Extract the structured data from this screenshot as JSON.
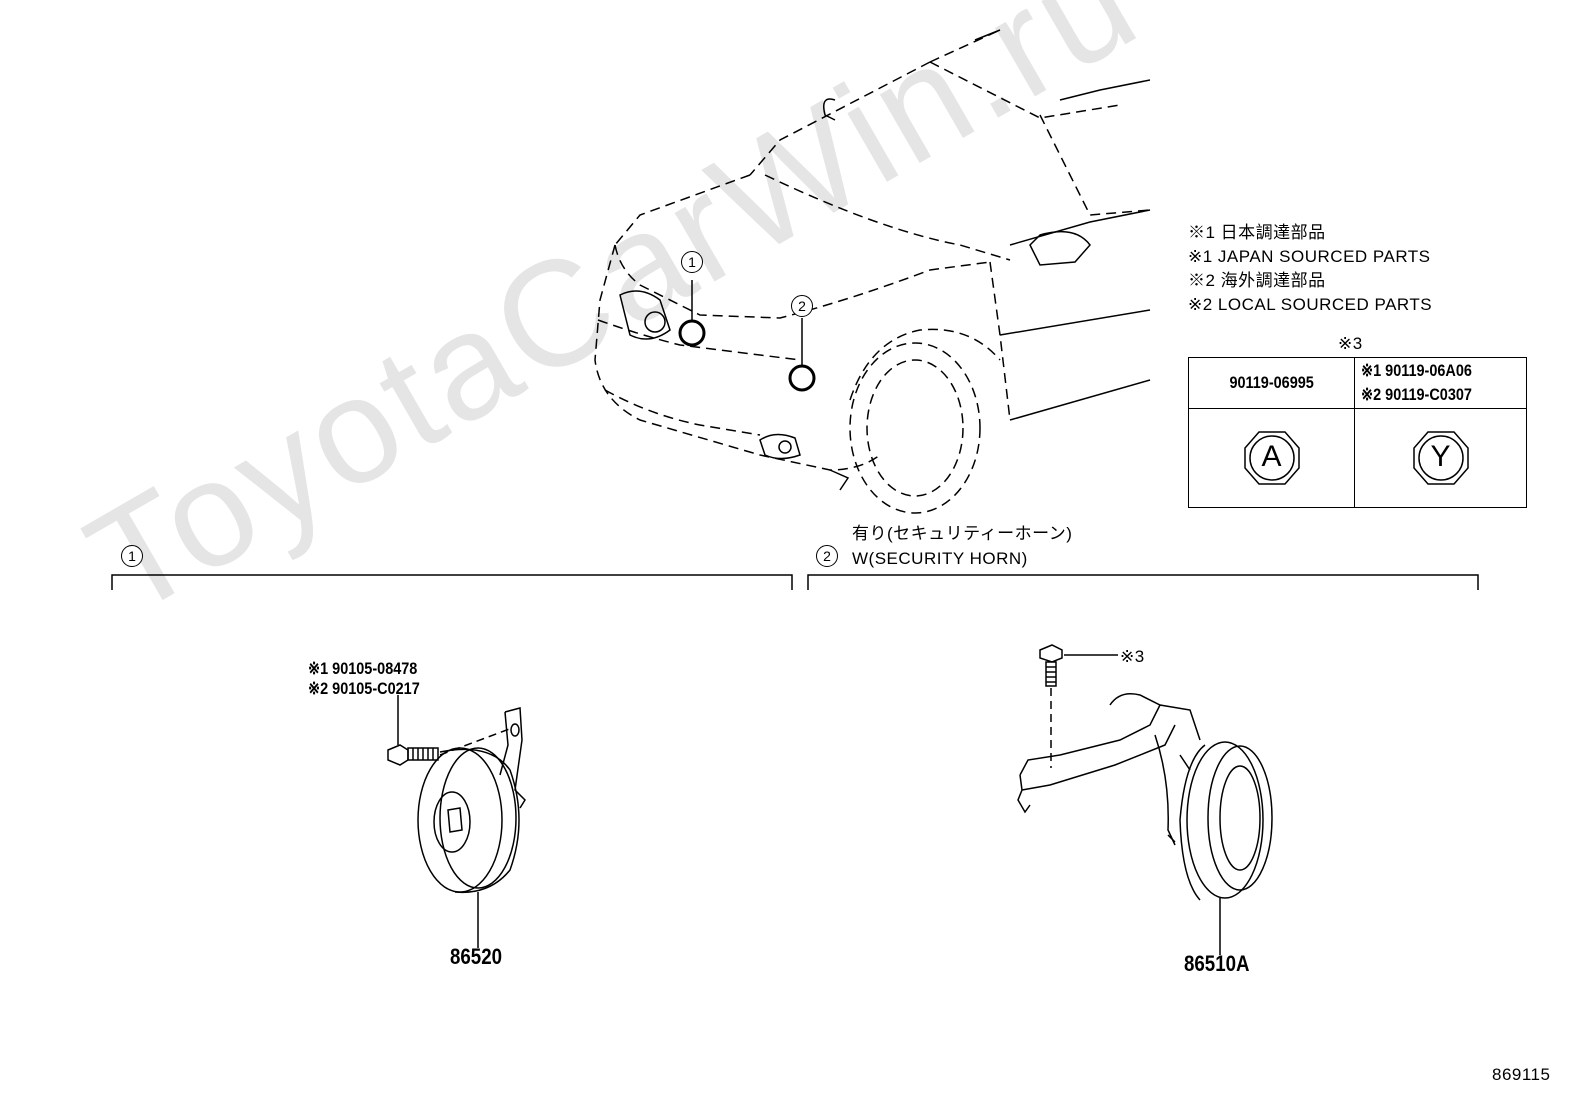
{
  "watermark": "ToyotaCarWin.ru",
  "legend": {
    "line1": "※1 日本調達部品",
    "line2": "※1 JAPAN SOURCED PARTS",
    "line3": "※2 海外調達部品",
    "line4": "※2 LOCAL SOURCED PARTS"
  },
  "fastener_table": {
    "ref": "※3",
    "col1_part": "90119-06995",
    "col2_part_1": "※1 90119-06A06",
    "col2_part_2": "※2 90119-C0307",
    "col1_symbol": "A",
    "col2_symbol": "Y"
  },
  "vehicle_callouts": {
    "c1": "1",
    "c2": "2"
  },
  "section1": {
    "num": "1"
  },
  "section2": {
    "num": "2",
    "label_jp": "有り(セキュリティーホーン)",
    "label_en": "W(SECURITY HORN)"
  },
  "left_horn": {
    "bolt_part_1": "※1 90105-08478",
    "bolt_part_2": "※2 90105-C0217",
    "part_no": "86520"
  },
  "right_horn": {
    "bolt_ref": "※3",
    "part_no": "86510A"
  },
  "diagram_id": "869115"
}
